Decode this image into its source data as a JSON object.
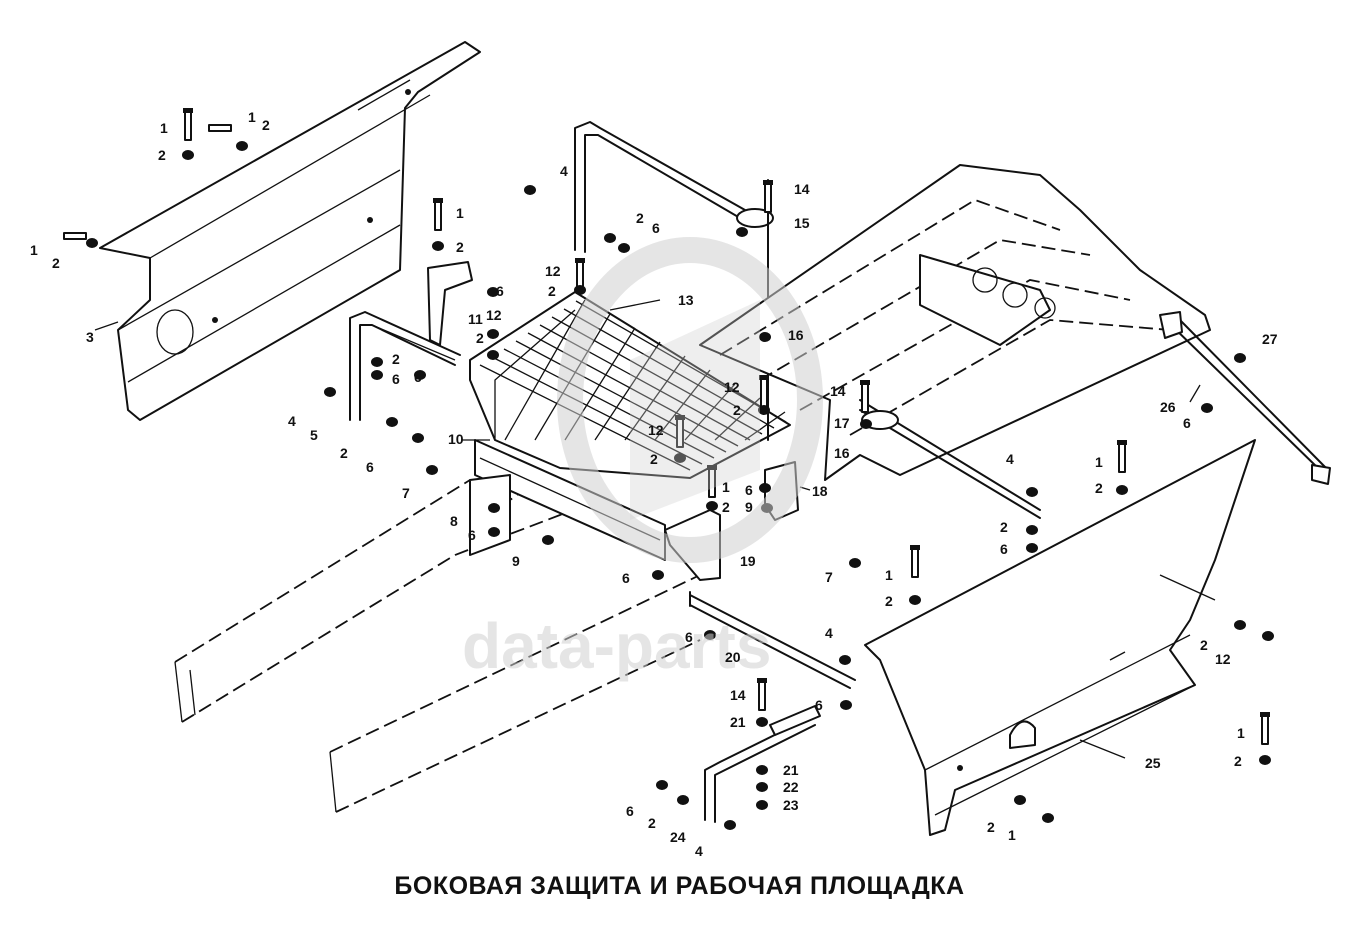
{
  "title": "БОКОВАЯ ЗАЩИТА И РАБОЧАЯ ПЛОЩАДКА",
  "watermark": {
    "text": "data-parts",
    "color": "#cfcfcf"
  },
  "callouts": [
    {
      "id": "c1a",
      "text": "1"
    },
    {
      "id": "c2a",
      "text": "2"
    },
    {
      "id": "c1b",
      "text": "1"
    },
    {
      "id": "c2b",
      "text": "2"
    },
    {
      "id": "c1c",
      "text": "1"
    },
    {
      "id": "c2c",
      "text": "2"
    },
    {
      "id": "c3",
      "text": "3"
    },
    {
      "id": "c4a",
      "text": "4"
    },
    {
      "id": "c5",
      "text": "5"
    },
    {
      "id": "c2d",
      "text": "2"
    },
    {
      "id": "c6a",
      "text": "6"
    },
    {
      "id": "c1d",
      "text": "1"
    },
    {
      "id": "c2e",
      "text": "2"
    },
    {
      "id": "c6b",
      "text": "6"
    },
    {
      "id": "c11",
      "text": "11"
    },
    {
      "id": "c12a",
      "text": "12"
    },
    {
      "id": "c2f",
      "text": "2"
    },
    {
      "id": "c2g",
      "text": "2"
    },
    {
      "id": "c6c",
      "text": "6"
    },
    {
      "id": "c6d",
      "text": "6"
    },
    {
      "id": "c4b",
      "text": "4"
    },
    {
      "id": "c2h",
      "text": "2"
    },
    {
      "id": "c6e",
      "text": "6"
    },
    {
      "id": "c12b",
      "text": "12"
    },
    {
      "id": "c2i",
      "text": "2"
    },
    {
      "id": "c13",
      "text": "13"
    },
    {
      "id": "c14a",
      "text": "14"
    },
    {
      "id": "c15",
      "text": "15"
    },
    {
      "id": "c16a",
      "text": "16"
    },
    {
      "id": "c12c",
      "text": "12"
    },
    {
      "id": "c14b",
      "text": "14"
    },
    {
      "id": "c2j",
      "text": "2"
    },
    {
      "id": "c17",
      "text": "17"
    },
    {
      "id": "c16b",
      "text": "16"
    },
    {
      "id": "c12d",
      "text": "12"
    },
    {
      "id": "c2k",
      "text": "2"
    },
    {
      "id": "c10",
      "text": "10"
    },
    {
      "id": "c7a",
      "text": "7"
    },
    {
      "id": "c8",
      "text": "8"
    },
    {
      "id": "c6f",
      "text": "6"
    },
    {
      "id": "c9a",
      "text": "9"
    },
    {
      "id": "c1e",
      "text": "1"
    },
    {
      "id": "c2l",
      "text": "2"
    },
    {
      "id": "c6g",
      "text": "6"
    },
    {
      "id": "c18",
      "text": "18"
    },
    {
      "id": "c9b",
      "text": "9"
    },
    {
      "id": "c19",
      "text": "19"
    },
    {
      "id": "c6h",
      "text": "6"
    },
    {
      "id": "c7b",
      "text": "7"
    },
    {
      "id": "c27",
      "text": "27"
    },
    {
      "id": "c26",
      "text": "26"
    },
    {
      "id": "c6i",
      "text": "6"
    },
    {
      "id": "c4c",
      "text": "4"
    },
    {
      "id": "c2m",
      "text": "2"
    },
    {
      "id": "c6j",
      "text": "6"
    },
    {
      "id": "c1f",
      "text": "1"
    },
    {
      "id": "c2n",
      "text": "2"
    },
    {
      "id": "c1g",
      "text": "1"
    },
    {
      "id": "c2o",
      "text": "2"
    },
    {
      "id": "c6k",
      "text": "6"
    },
    {
      "id": "c4d",
      "text": "4"
    },
    {
      "id": "c20",
      "text": "20"
    },
    {
      "id": "c2p",
      "text": "2"
    },
    {
      "id": "c12e",
      "text": "12"
    },
    {
      "id": "c14c",
      "text": "14"
    },
    {
      "id": "c21a",
      "text": "21"
    },
    {
      "id": "c6l",
      "text": "6"
    },
    {
      "id": "c21b",
      "text": "21"
    },
    {
      "id": "c22",
      "text": "22"
    },
    {
      "id": "c23",
      "text": "23"
    },
    {
      "id": "c6m",
      "text": "6"
    },
    {
      "id": "c2q",
      "text": "2"
    },
    {
      "id": "c24",
      "text": "24"
    },
    {
      "id": "c4e",
      "text": "4"
    },
    {
      "id": "c25",
      "text": "25"
    },
    {
      "id": "c1h",
      "text": "1"
    },
    {
      "id": "c2r",
      "text": "2"
    },
    {
      "id": "c2s",
      "text": "2"
    },
    {
      "id": "c1i",
      "text": "1"
    }
  ]
}
